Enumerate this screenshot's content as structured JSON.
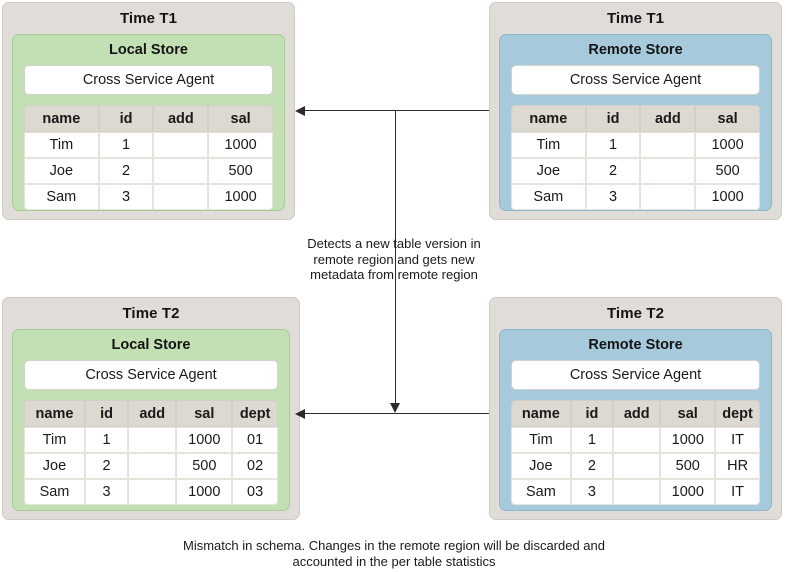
{
  "panels": [
    {
      "id": "t1-local",
      "time_label": "Time T1",
      "store_label": "Local Store",
      "agent_label": "Cross Service Agent",
      "store_kind": "local",
      "table": {
        "columns": [
          "name",
          "id",
          "add",
          "sal"
        ],
        "rows": [
          [
            "Tim",
            "1",
            "",
            "1000"
          ],
          [
            "Joe",
            "2",
            "",
            "500"
          ],
          [
            "Sam",
            "3",
            "",
            "1000"
          ]
        ]
      }
    },
    {
      "id": "t1-remote",
      "time_label": "Time T1",
      "store_label": "Remote Store",
      "agent_label": "Cross Service Agent",
      "store_kind": "remote",
      "table": {
        "columns": [
          "name",
          "id",
          "add",
          "sal"
        ],
        "rows": [
          [
            "Tim",
            "1",
            "",
            "1000"
          ],
          [
            "Joe",
            "2",
            "",
            "500"
          ],
          [
            "Sam",
            "3",
            "",
            "1000"
          ]
        ]
      }
    },
    {
      "id": "t2-local",
      "time_label": "Time T2",
      "store_label": "Local Store",
      "agent_label": "Cross Service Agent",
      "store_kind": "local",
      "table": {
        "columns": [
          "name",
          "id",
          "add",
          "sal",
          "dept"
        ],
        "rows": [
          [
            "Tim",
            "1",
            "",
            "1000",
            "01"
          ],
          [
            "Joe",
            "2",
            "",
            "500",
            "02"
          ],
          [
            "Sam",
            "3",
            "",
            "1000",
            "03"
          ]
        ]
      }
    },
    {
      "id": "t2-remote",
      "time_label": "Time T2",
      "store_label": "Remote Store",
      "agent_label": "Cross Service Agent",
      "store_kind": "remote",
      "table": {
        "columns": [
          "name",
          "id",
          "add",
          "sal",
          "dept"
        ],
        "rows": [
          [
            "Tim",
            "1",
            "",
            "1000",
            "IT"
          ],
          [
            "Joe",
            "2",
            "",
            "500",
            "HR"
          ],
          [
            "Sam",
            "3",
            "",
            "1000",
            "IT"
          ]
        ]
      }
    }
  ],
  "captions": {
    "middle": "Detects a new table version in remote region and gets new metadata from remote region",
    "bottom": "Mismatch in schema. Changes in the remote region will be discarded and accounted in the per table statistics"
  },
  "colors": {
    "panel_background": "#e0ddd8",
    "local_store": "#c3dfb4",
    "remote_store": "#a6cadc",
    "table_header": "#dcd9d0",
    "connector": "#2b2b2b"
  }
}
